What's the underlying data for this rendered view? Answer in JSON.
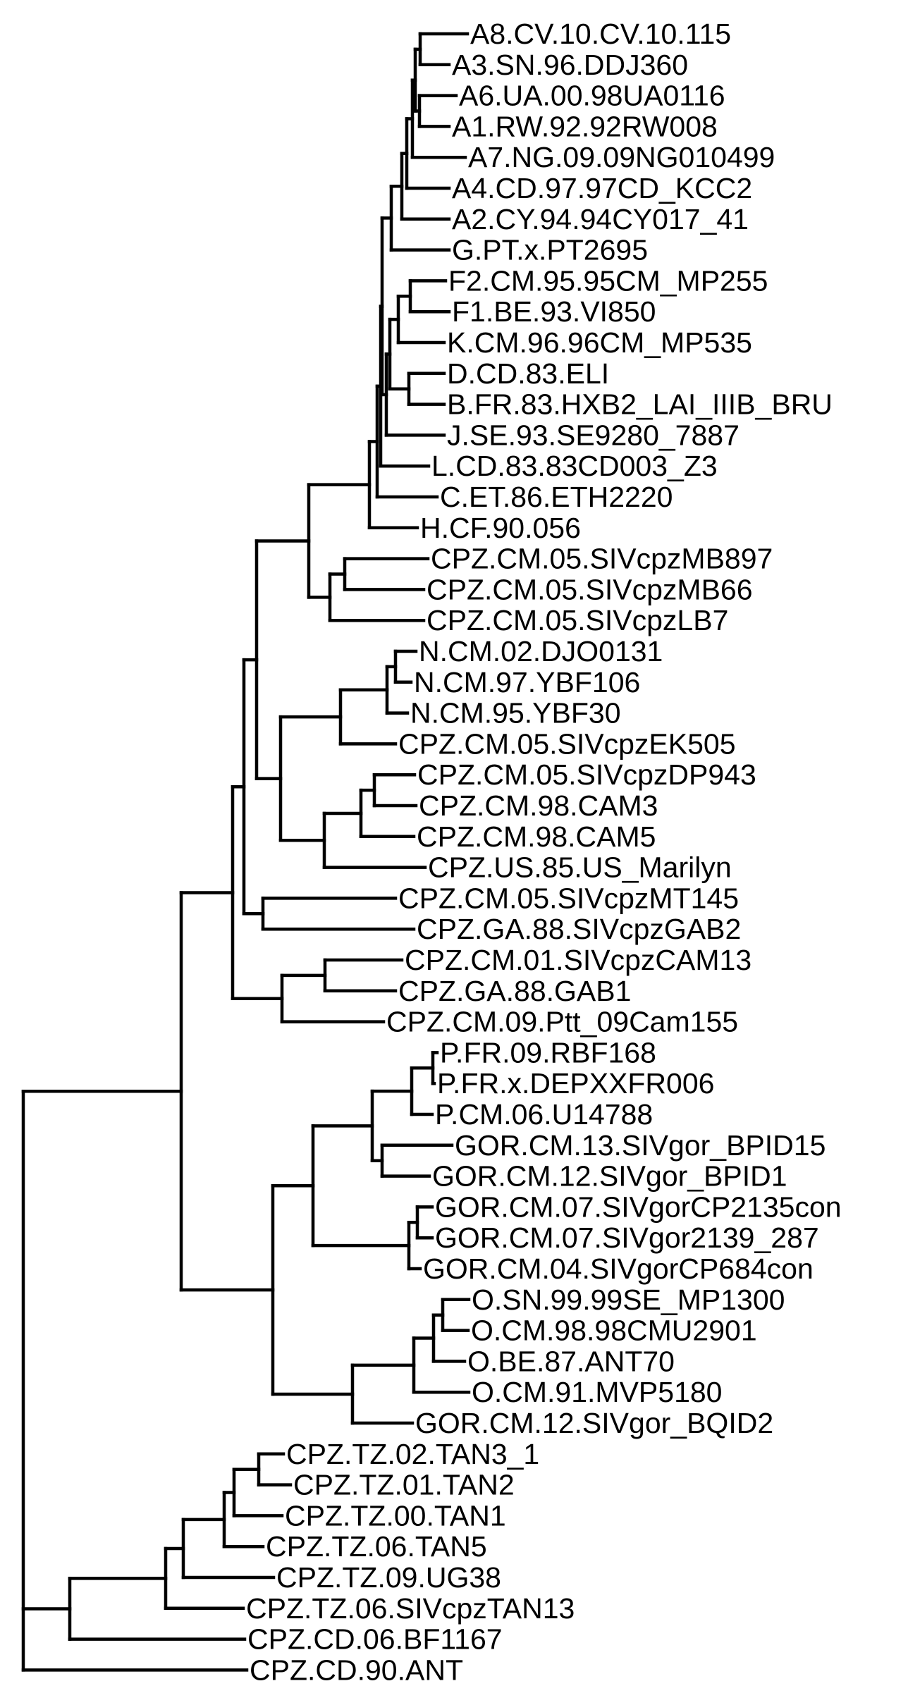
{
  "figure": {
    "type": "phylogram",
    "line_color": "#000000",
    "background": "#ffffff"
  },
  "leaves": [
    "A8.CV.10.CV.10.115",
    "A3.SN.96.DDJ360",
    "A6.UA.00.98UA0116",
    "A1.RW.92.92RW008",
    "A7.NG.09.09NG010499",
    "A4.CD.97.97CD_KCC2",
    "A2.CY.94.94CY017_41",
    "G.PT.x.PT2695",
    "F2.CM.95.95CM_MP255",
    "F1.BE.93.VI850",
    "K.CM.96.96CM_MP535",
    "D.CD.83.ELI",
    "B.FR.83.HXB2_LAI_IIIB_BRU",
    "J.SE.93.SE9280_7887",
    "L.CD.83.83CD003_Z3",
    "C.ET.86.ETH2220",
    "H.CF.90.056",
    "CPZ.CM.05.SIVcpzMB897",
    "CPZ.CM.05.SIVcpzMB66",
    "CPZ.CM.05.SIVcpzLB7",
    "N.CM.02.DJO0131",
    "N.CM.97.YBF106",
    "N.CM.95.YBF30",
    "CPZ.CM.05.SIVcpzEK505",
    "CPZ.CM.05.SIVcpzDP943",
    "CPZ.CM.98.CAM3",
    "CPZ.CM.98.CAM5",
    "CPZ.US.85.US_Marilyn",
    "CPZ.CM.05.SIVcpzMT145",
    "CPZ.GA.88.SIVcpzGAB2",
    "CPZ.CM.01.SIVcpzCAM13",
    "CPZ.GA.88.GAB1",
    "CPZ.CM.09.Ptt_09Cam155",
    "P.FR.09.RBF168",
    "P.FR.x.DEPXXFR006",
    "P.CM.06.U14788",
    "GOR.CM.13.SIVgor_BPID15",
    "GOR.CM.12.SIVgor_BPID1",
    "GOR.CM.07.SIVgorCP2135con",
    "GOR.CM.07.SIVgor2139_287",
    "GOR.CM.04.SIVgorCP684con",
    "O.SN.99.99SE_MP1300",
    "O.CM.98.98CMU2901",
    "O.BE.87.ANT70",
    "O.CM.91.MVP5180",
    "GOR.CM.12.SIVgor_BQID2",
    "CPZ.TZ.02.TAN3_1",
    "CPZ.TZ.01.TAN2",
    "CPZ.TZ.00.TAN1",
    "CPZ.TZ.06.TAN5",
    "CPZ.TZ.09.UG38",
    "CPZ.TZ.06.SIVcpzTAN13",
    "CPZ.CD.06.BF1167",
    "CPZ.CD.90.ANT"
  ],
  "tree": {
    "d": 0,
    "c": [
      {
        "d": 0.224,
        "c": [
          {
            "d": 0.297,
            "c": [
              {
                "d": 0.313,
                "c": [
                  {
                    "d": 0.331,
                    "c": [
                      {
                        "d": 0.405,
                        "c": [
                          {
                            "d": 0.491,
                            "c": [
                              {
                                "d": 0.502,
                                "c": [
                                  {
                                    "d": 0.507,
                                    "c": [
                                      {
                                        "d": 0.509,
                                        "c": [
                                          {
                                            "d": 0.522,
                                            "c": [
                                              {
                                                "d": 0.537,
                                                "c": [
                                                  {
                                                    "d": 0.544,
                                                    "c": [
                                                      {
                                                        "d": 0.552,
                                                        "c": [
                                                          {
                                                            "d": 0.556,
                                                            "c": [
                                                              {
                                                                "d": 0.563,
                                                                "c": [
                                                                  {
                                                                    "l": 0,
                                                                    "d": 0.63
                                                                  },
                                                                  {
                                                                    "l": 1,
                                                                    "d": 0.604
                                                                  }
                                                                ]
                                                              },
                                                              {
                                                                "d": 0.562,
                                                                "c": [
                                                                  {
                                                                    "l": 2,
                                                                    "d": 0.614
                                                                  },
                                                                  {
                                                                    "l": 3,
                                                                    "d": 0.604
                                                                  }
                                                                ]
                                                              }
                                                            ]
                                                          },
                                                          {
                                                            "l": 4,
                                                            "d": 0.627
                                                          }
                                                        ]
                                                      },
                                                      {
                                                        "l": 5,
                                                        "d": 0.604
                                                      }
                                                    ]
                                                  },
                                                  {
                                                    "l": 6,
                                                    "d": 0.604
                                                  }
                                                ]
                                              },
                                              {
                                                "l": 7,
                                                "d": 0.604
                                              }
                                            ]
                                          },
                                          {
                                            "d": 0.515,
                                            "c": [
                                              {
                                                "d": 0.52,
                                                "c": [
                                                  {
                                                    "d": 0.532,
                                                    "c": [
                                                      {
                                                        "d": 0.549,
                                                        "c": [
                                                          {
                                                            "l": 8,
                                                            "d": 0.599
                                                          },
                                                          {
                                                            "l": 9,
                                                            "d": 0.604
                                                          }
                                                        ]
                                                      },
                                                      {
                                                        "l": 10,
                                                        "d": 0.597
                                                      }
                                                    ]
                                                  },
                                                  {
                                                    "d": 0.547,
                                                    "c": [
                                                      {
                                                        "l": 11,
                                                        "d": 0.597
                                                      },
                                                      {
                                                        "l": 12,
                                                        "d": 0.597
                                                      }
                                                    ]
                                                  }
                                                ]
                                              },
                                              {
                                                "l": 13,
                                                "d": 0.597
                                              }
                                            ]
                                          }
                                        ]
                                      },
                                      {
                                        "l": 14,
                                        "d": 0.575
                                      }
                                    ]
                                  },
                                  {
                                    "l": 15,
                                    "d": 0.587
                                  }
                                ]
                              },
                              {
                                "l": 16,
                                "d": 0.559
                              }
                            ]
                          },
                          {
                            "d": 0.435,
                            "c": [
                              {
                                "d": 0.456,
                                "c": [
                                  {
                                    "l": 17,
                                    "d": 0.574
                                  },
                                  {
                                    "l": 18,
                                    "d": 0.568
                                  }
                                ]
                              },
                              {
                                "l": 19,
                                "d": 0.568
                              }
                            ]
                          }
                        ]
                      },
                      {
                        "d": 0.365,
                        "c": [
                          {
                            "d": 0.45,
                            "c": [
                              {
                                "d": 0.516,
                                "c": [
                                  {
                                    "d": 0.528,
                                    "c": [
                                      {
                                        "l": 20,
                                        "d": 0.557
                                      },
                                      {
                                        "l": 21,
                                        "d": 0.55
                                      }
                                    ]
                                  },
                                  {
                                    "l": 22,
                                    "d": 0.545
                                  }
                                ]
                              },
                              {
                                "l": 23,
                                "d": 0.528
                              }
                            ]
                          },
                          {
                            "d": 0.427,
                            "c": [
                              {
                                "d": 0.479,
                                "c": [
                                  {
                                    "d": 0.498,
                                    "c": [
                                      {
                                        "l": 24,
                                        "d": 0.555
                                      },
                                      {
                                        "l": 25,
                                        "d": 0.557
                                      }
                                    ]
                                  },
                                  {
                                    "l": 26,
                                    "d": 0.554
                                  }
                                ]
                              },
                              {
                                "l": 27,
                                "d": 0.57
                              }
                            ]
                          }
                        ]
                      }
                    ]
                  },
                  {
                    "d": 0.34,
                    "c": [
                      {
                        "l": 28,
                        "d": 0.528
                      },
                      {
                        "l": 29,
                        "d": 0.554
                      }
                    ]
                  }
                ]
              },
              {
                "d": 0.367,
                "c": [
                  {
                    "d": 0.428,
                    "c": [
                      {
                        "l": 30,
                        "d": 0.537
                      },
                      {
                        "l": 31,
                        "d": 0.528
                      }
                    ]
                  },
                  {
                    "l": 32,
                    "d": 0.511
                  }
                ]
              }
            ]
          },
          {
            "d": 0.354,
            "c": [
              {
                "d": 0.411,
                "c": [
                  {
                    "d": 0.495,
                    "c": [
                      {
                        "d": 0.551,
                        "c": [
                          {
                            "d": 0.581,
                            "c": [
                              {
                                "l": 33,
                                "d": 0.587
                              },
                              {
                                "l": 34,
                                "d": 0.583
                              }
                            ]
                          },
                          {
                            "l": 35,
                            "d": 0.58
                          }
                        ]
                      },
                      {
                        "d": 0.509,
                        "c": [
                          {
                            "l": 36,
                            "d": 0.608
                          },
                          {
                            "l": 37,
                            "d": 0.576
                          }
                        ]
                      }
                    ]
                  },
                  {
                    "d": 0.547,
                    "c": [
                      {
                        "d": 0.559,
                        "c": [
                          {
                            "l": 38,
                            "d": 0.58
                          },
                          {
                            "l": 39,
                            "d": 0.58
                          }
                        ]
                      },
                      {
                        "l": 40,
                        "d": 0.563
                      }
                    ]
                  }
                ]
              },
              {
                "d": 0.467,
                "c": [
                  {
                    "d": 0.554,
                    "c": [
                      {
                        "d": 0.582,
                        "c": [
                          {
                            "d": 0.595,
                            "c": [
                              {
                                "l": 41,
                                "d": 0.632
                              },
                              {
                                "l": 42,
                                "d": 0.631
                              }
                            ]
                          },
                          {
                            "l": 43,
                            "d": 0.626
                          }
                        ]
                      },
                      {
                        "l": 44,
                        "d": 0.632
                      }
                    ]
                  },
                  {
                    "l": 45,
                    "d": 0.552
                  }
                ]
              }
            ]
          }
        ]
      },
      {
        "d": 0.066,
        "c": [
          {
            "d": 0.202,
            "c": [
              {
                "d": 0.227,
                "c": [
                  {
                    "d": 0.285,
                    "c": [
                      {
                        "d": 0.299,
                        "c": [
                          {
                            "d": 0.334,
                            "c": [
                              {
                                "l": 46,
                                "d": 0.369
                              },
                              {
                                "l": 47,
                                "d": 0.379
                              }
                            ]
                          },
                          {
                            "l": 48,
                            "d": 0.367
                          }
                        ]
                      },
                      {
                        "l": 49,
                        "d": 0.34
                      }
                    ]
                  },
                  {
                    "l": 50,
                    "d": 0.355
                  }
                ]
              },
              {
                "l": 51,
                "d": 0.312
              }
            ]
          },
          {
            "l": 52,
            "d": 0.314
          }
        ]
      },
      {
        "l": 53,
        "d": 0.317
      }
    ]
  }
}
